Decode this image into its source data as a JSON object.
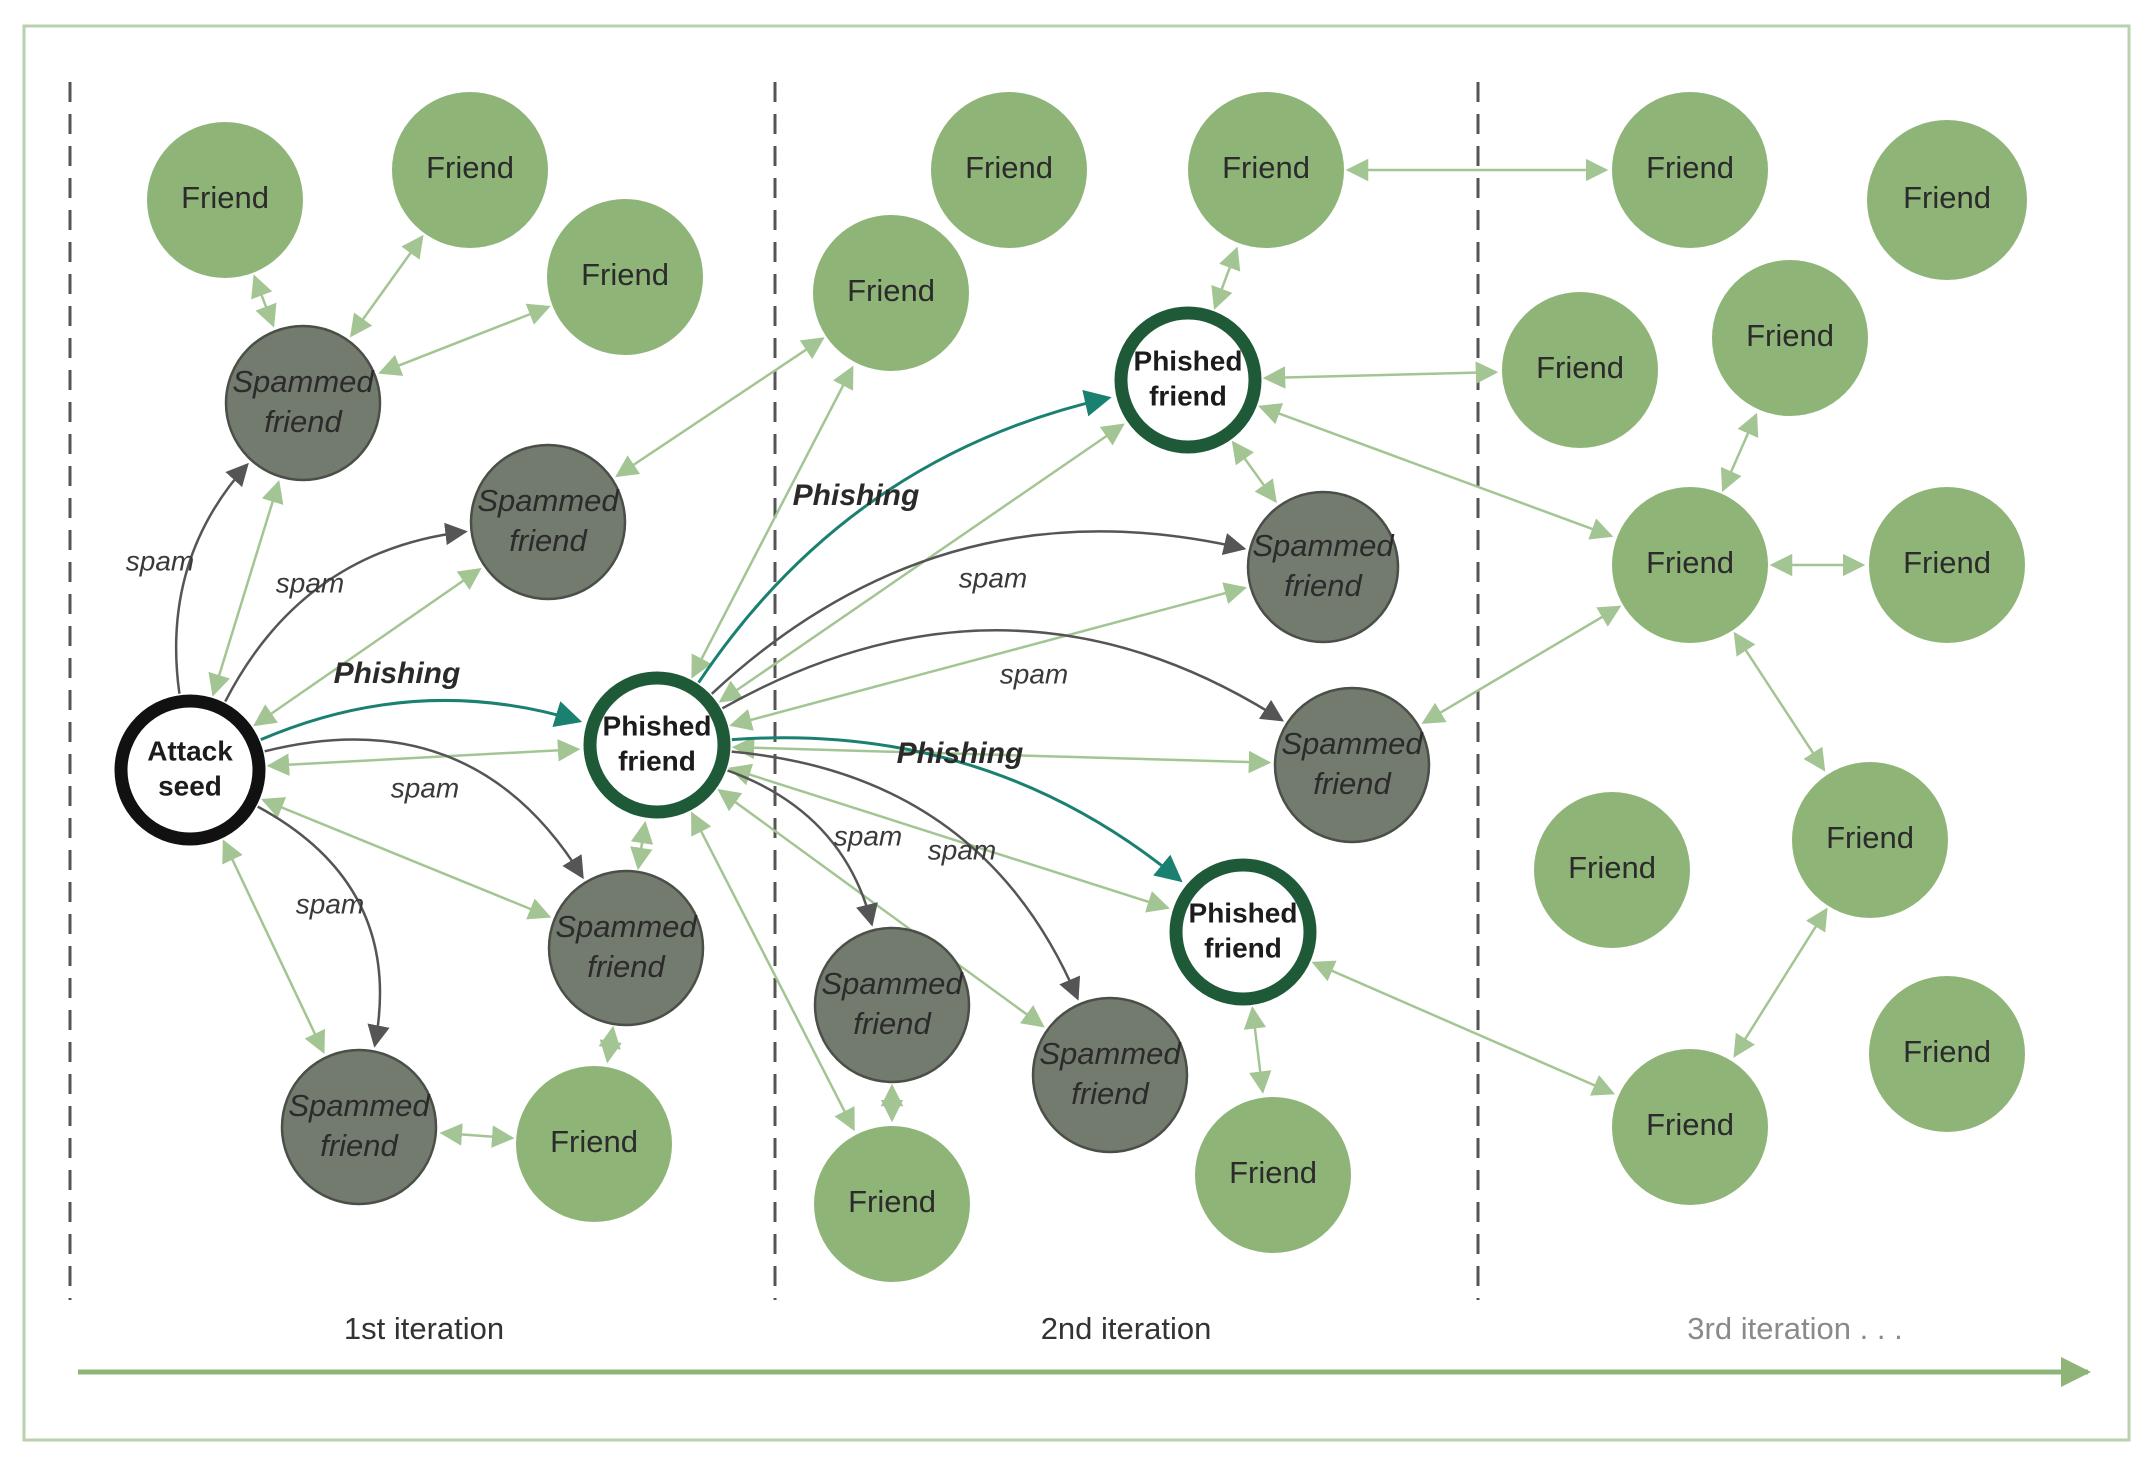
{
  "colors": {
    "frame": "#b9d1ae",
    "friend_fill": "#8fb478",
    "spammed_fill": "#737a6e",
    "spammed_stroke": "#4a4f47",
    "phished_ring": "#1e5a37",
    "seed_ring": "#111111",
    "friend_link": "#a3c593",
    "spam_arrow": "#555555",
    "phish_arrow": "#1a8070",
    "timeline": "#8fb478",
    "divider": "#555555"
  },
  "labels": {
    "friend": "Friend",
    "spammed_line1": "Spammed",
    "spammed_line2": "friend",
    "phished_line1": "Phished",
    "phished_line2": "friend",
    "seed_line1": "Attack",
    "seed_line2": "seed",
    "spam": "spam",
    "phishing": "Phishing"
  },
  "iterations": [
    "1st iteration",
    "2nd iteration",
    "3rd iteration . . ."
  ]
}
